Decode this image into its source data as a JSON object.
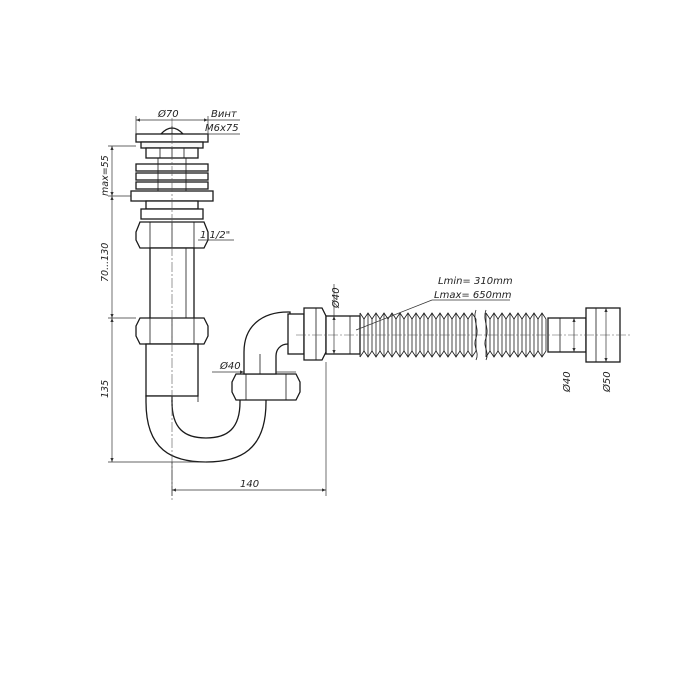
{
  "labels": {
    "top_diameter": "Ø70",
    "screw_title": "Винт",
    "screw_size": "M6x75",
    "max_height": "max=55",
    "thread": "1 1/2\"",
    "range_height": "70...130",
    "trap_height": "135",
    "trap_inlet_diameter": "Ø40",
    "outlet_diameter": "Ø40",
    "length_min": "Lmin= 310mm",
    "length_max": "Lmax= 650mm",
    "end_inner_diameter": "Ø40",
    "end_outer_diameter": "Ø50",
    "horizontal_offset": "140"
  }
}
